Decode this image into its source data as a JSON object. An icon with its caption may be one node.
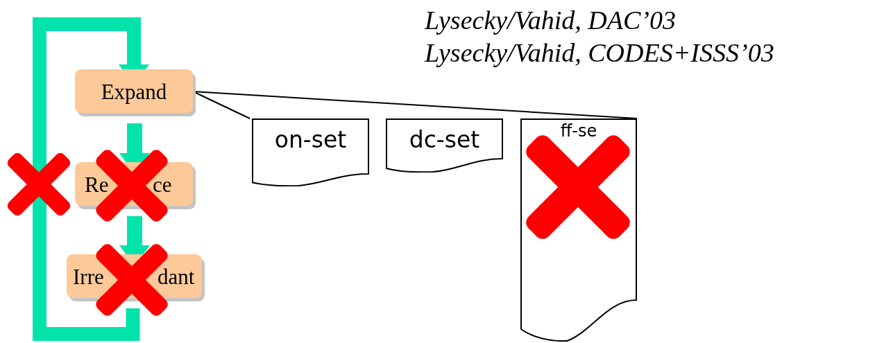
{
  "diagram": {
    "nodes": [
      {
        "text": [
          "Expand"
        ]
      },
      {
        "text": [
          "Re",
          "ce"
        ]
      },
      {
        "text": [
          "Irre",
          "dant"
        ]
      },
      {
        "text": [
          "on-set"
        ]
      },
      {
        "text": [
          "dc-set"
        ]
      },
      {
        "text": [
          "ff-se"
        ]
      }
    ],
    "edges": [
      {
        "from": 0,
        "to": 1,
        "arrow": "to"
      },
      {
        "from": 1,
        "to": 2,
        "arrow": "to"
      },
      {
        "from": 2,
        "to": 0,
        "arrow": "to"
      },
      {
        "from": 0,
        "to": 3,
        "arrow": "none",
        "color": "#000000"
      },
      {
        "from": 0,
        "to": 5,
        "arrow": "none",
        "color": "#000000"
      }
    ],
    "labels": [
      "Lysecky/Vahid, DAC’03",
      "Lysecky/Vahid, CODES+ISSS’03"
    ]
  }
}
